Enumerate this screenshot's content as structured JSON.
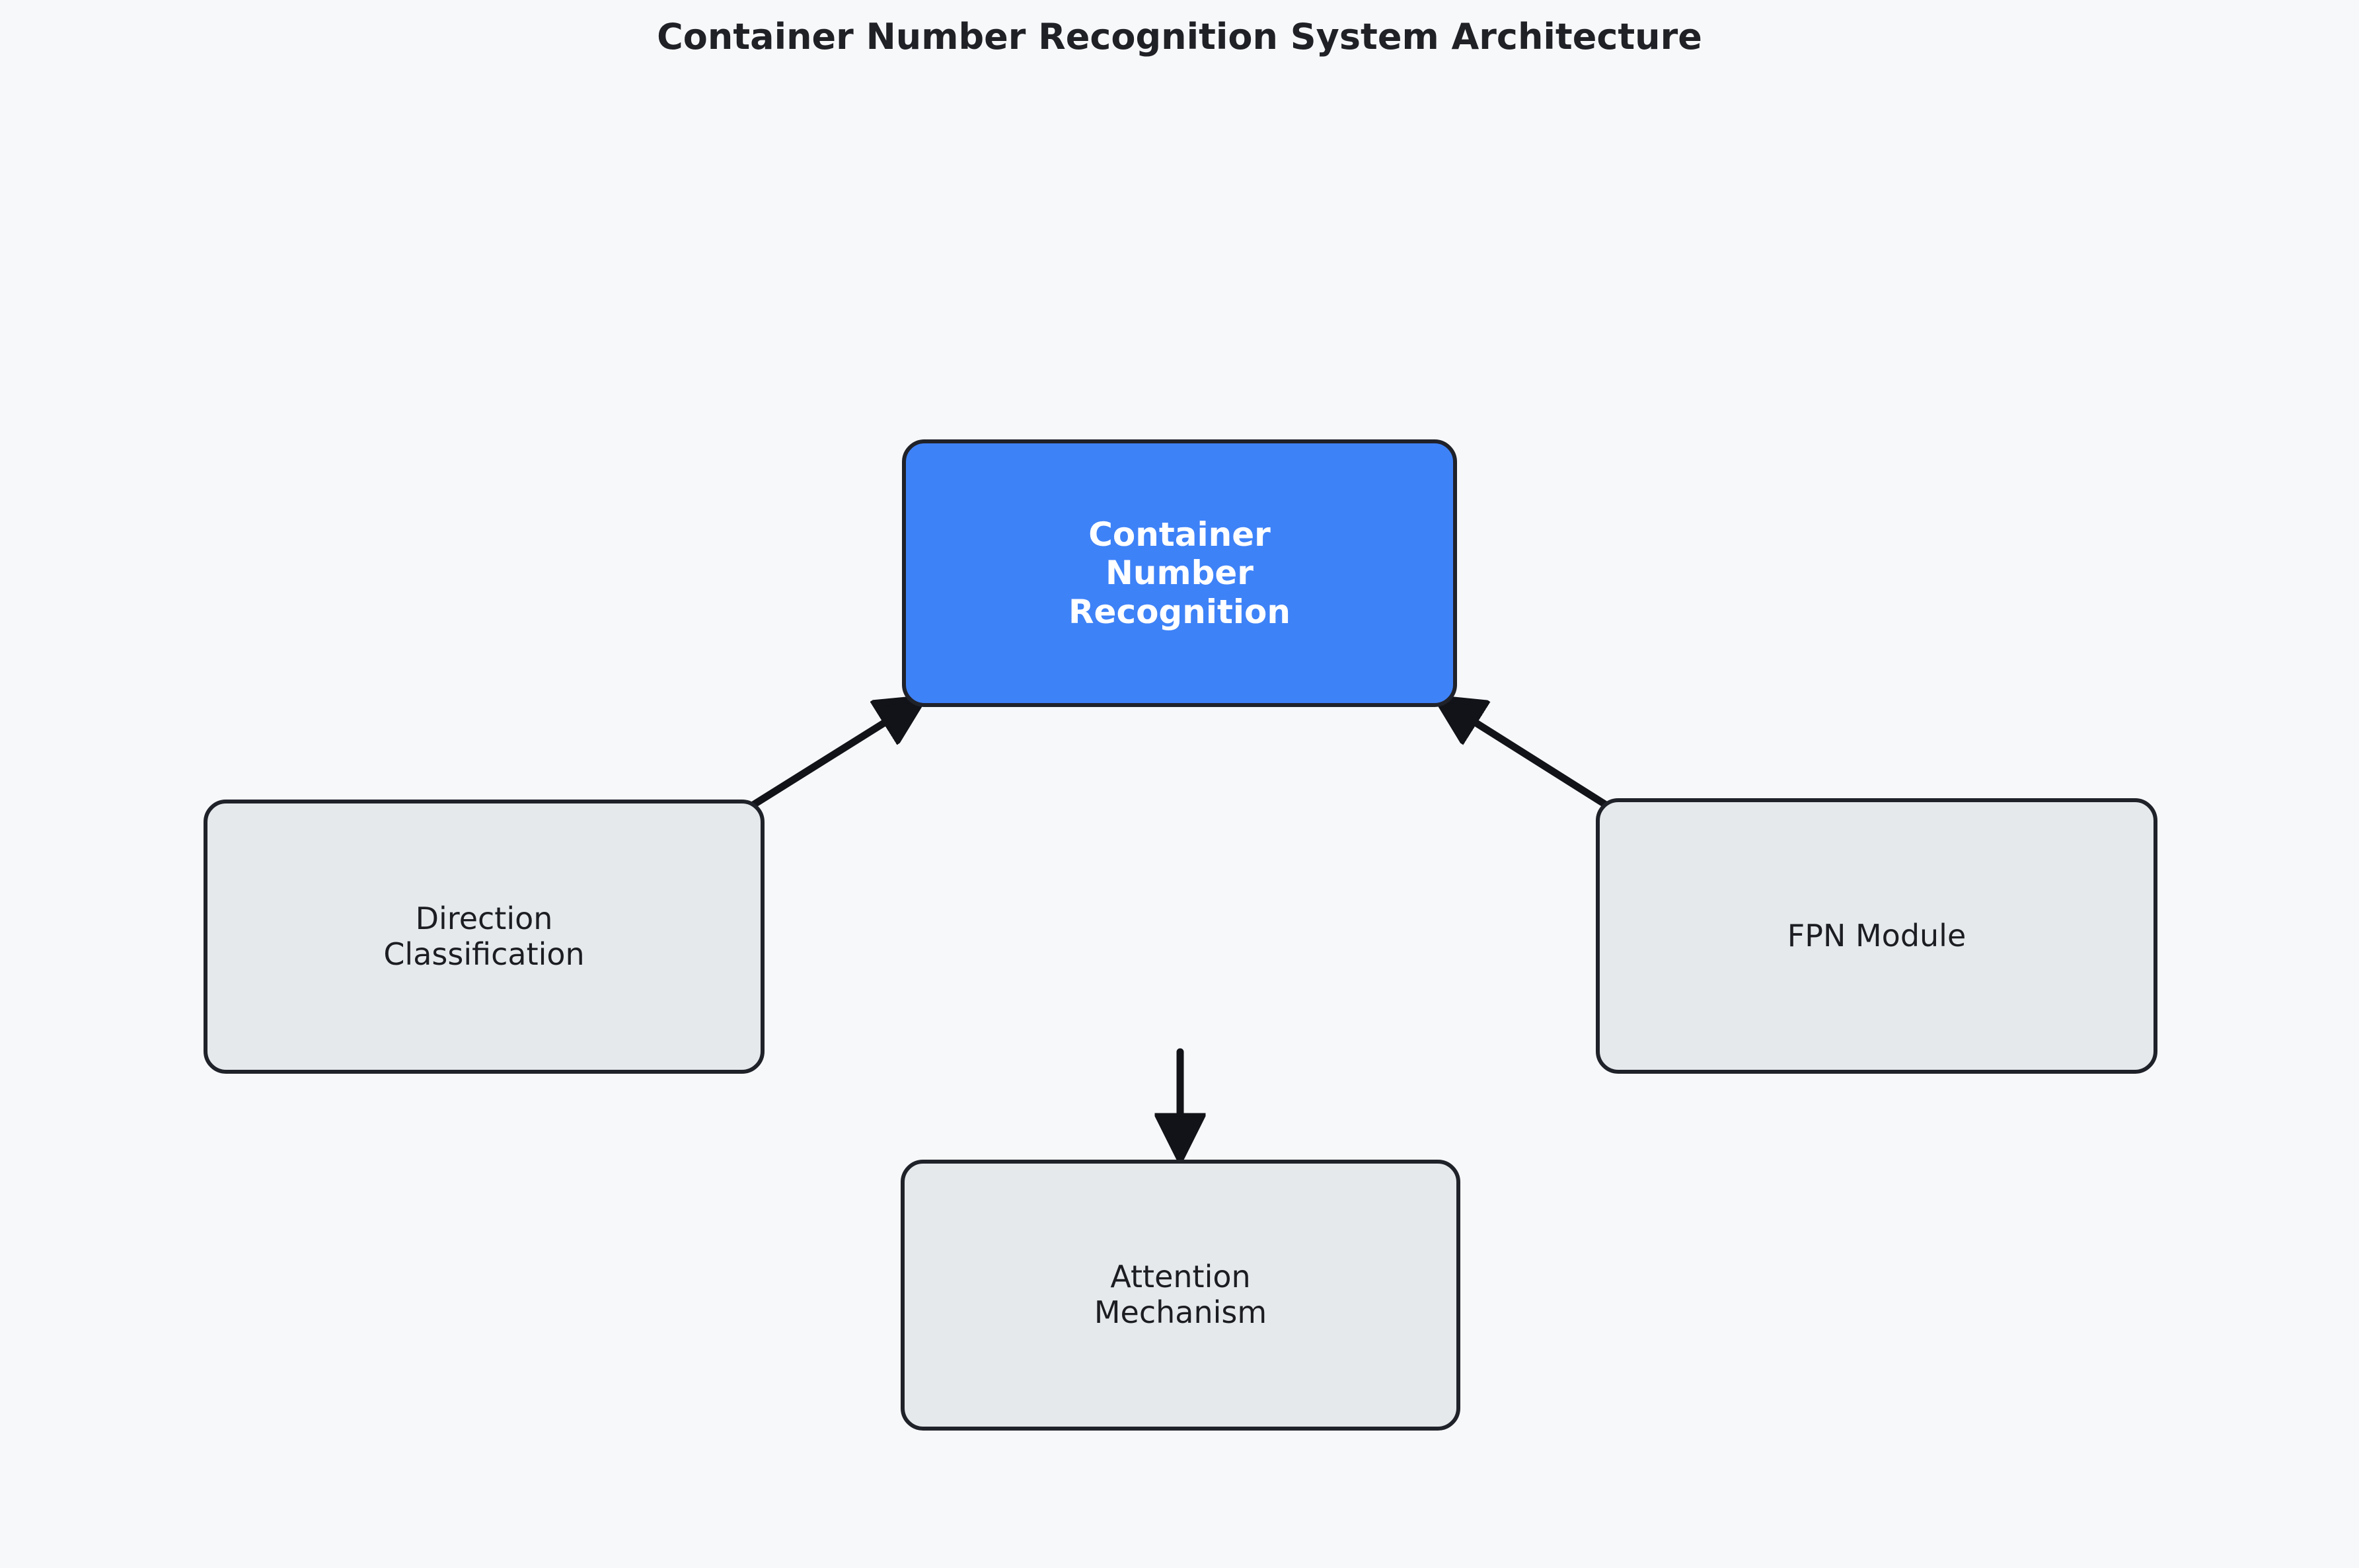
{
  "diagram": {
    "title": "Container Number Recognition System Architecture",
    "background_color": "#f7f8fa",
    "nodes": [
      {
        "id": "root",
        "label": "Container\nNumber\nRecognition",
        "role": "primary",
        "fill": "#3e82f7",
        "text_color": "#ffffff",
        "stroke": "#20222a"
      },
      {
        "id": "direction",
        "label": "Direction\nClassification",
        "role": "secondary",
        "fill": "#e6e9ec",
        "text_color": "#1b1d22",
        "stroke": "#20222a"
      },
      {
        "id": "fpn",
        "label": "FPN Module",
        "role": "secondary",
        "fill": "#e6e9ec",
        "text_color": "#1b1d22",
        "stroke": "#20222a"
      },
      {
        "id": "attention",
        "label": "Attention\nMechanism",
        "role": "secondary",
        "fill": "#e6e9ec",
        "text_color": "#1b1d22",
        "stroke": "#20222a"
      }
    ],
    "edges": [
      {
        "id": "direction-to-root",
        "from": "direction",
        "to": "root",
        "arrow": "to",
        "label": ""
      },
      {
        "id": "fpn-to-root",
        "from": "fpn",
        "to": "root",
        "arrow": "to",
        "label": ""
      },
      {
        "id": "root-to-attention",
        "from": "root",
        "to": "attention",
        "arrow": "to",
        "label": ""
      }
    ]
  }
}
